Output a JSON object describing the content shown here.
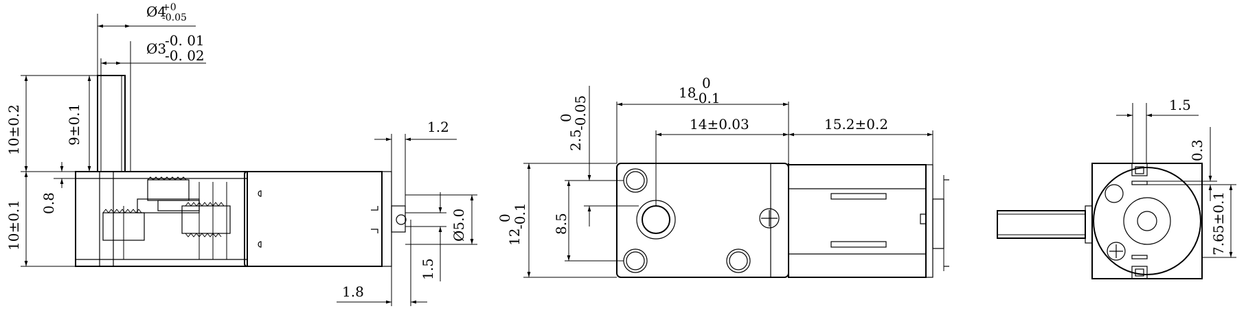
{
  "colors": {
    "line": "#000000",
    "background": "#ffffff"
  },
  "views": {
    "side": {
      "shaft_outer_dia": {
        "base": "Ø4",
        "upper": "+0",
        "lower": "-0.05"
      },
      "shaft_inner_dia": {
        "base": "Ø3",
        "upper": "-0. 01",
        "lower": "-0. 02"
      },
      "shaft_length": "9±0.1",
      "upper_height": "10±0.2",
      "flange_thickness": "0.8",
      "lower_height": "10±0.1",
      "rear_offset": "1.2",
      "terminal_dia": "Ø5.0",
      "terminal_width": "1.5",
      "rear_length": "1.8"
    },
    "front": {
      "width_base": "18",
      "width_upper": "0",
      "width_lower": "-0.1",
      "hole_offset_base": "2.5",
      "hole_offset_upper": "0",
      "hole_offset_lower": "-0.05",
      "shaft_pos": "14±0.03",
      "motor_length": "15.2±0.2",
      "height_base": "12",
      "height_upper": "0",
      "height_lower": "-0.1",
      "hole_spacing": "8.5"
    },
    "end": {
      "slot_width": "1.5",
      "slot_depth": "0.3",
      "shaft_height": "7.65±0.1"
    }
  }
}
